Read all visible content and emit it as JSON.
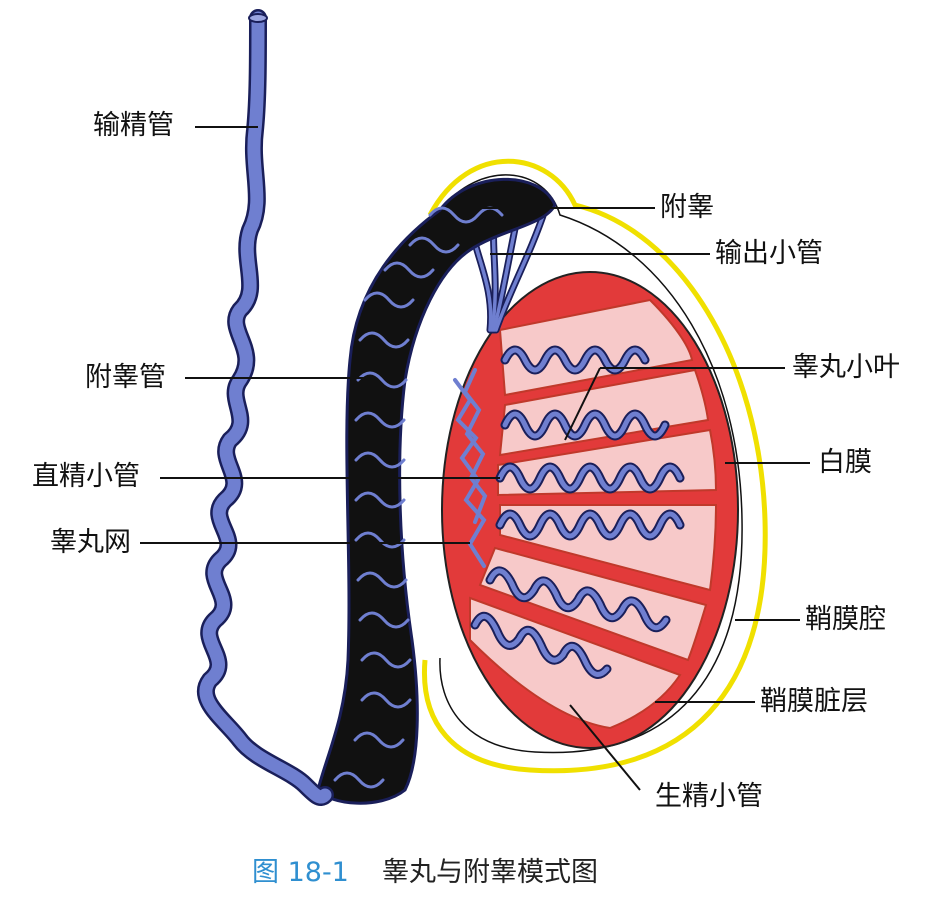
{
  "labels": {
    "vas_deferens": "输精管",
    "epididymal_duct": "附睾管",
    "straight_tubules": "直精小管",
    "rete_testis": "睾丸网",
    "epididymis": "附睾",
    "efferent_ductules": "输出小管",
    "testis_lobule": "睾丸小叶",
    "tunica_albuginea": "白膜",
    "vaginal_cavity": "鞘膜腔",
    "visceral_layer": "鞘膜脏层",
    "seminiferous_tubules": "生精小管"
  },
  "caption": {
    "figure_number": "图 18-1",
    "title": "睾丸与附睾模式图"
  },
  "colors": {
    "tubule": "#6f7fd0",
    "tubule_outline": "#1a1f5a",
    "testis": "#e23a3a",
    "lobule": "#f7c9c9",
    "tunica_vaginalis": "#f0e000",
    "caption_number": "#2f8fd0"
  }
}
